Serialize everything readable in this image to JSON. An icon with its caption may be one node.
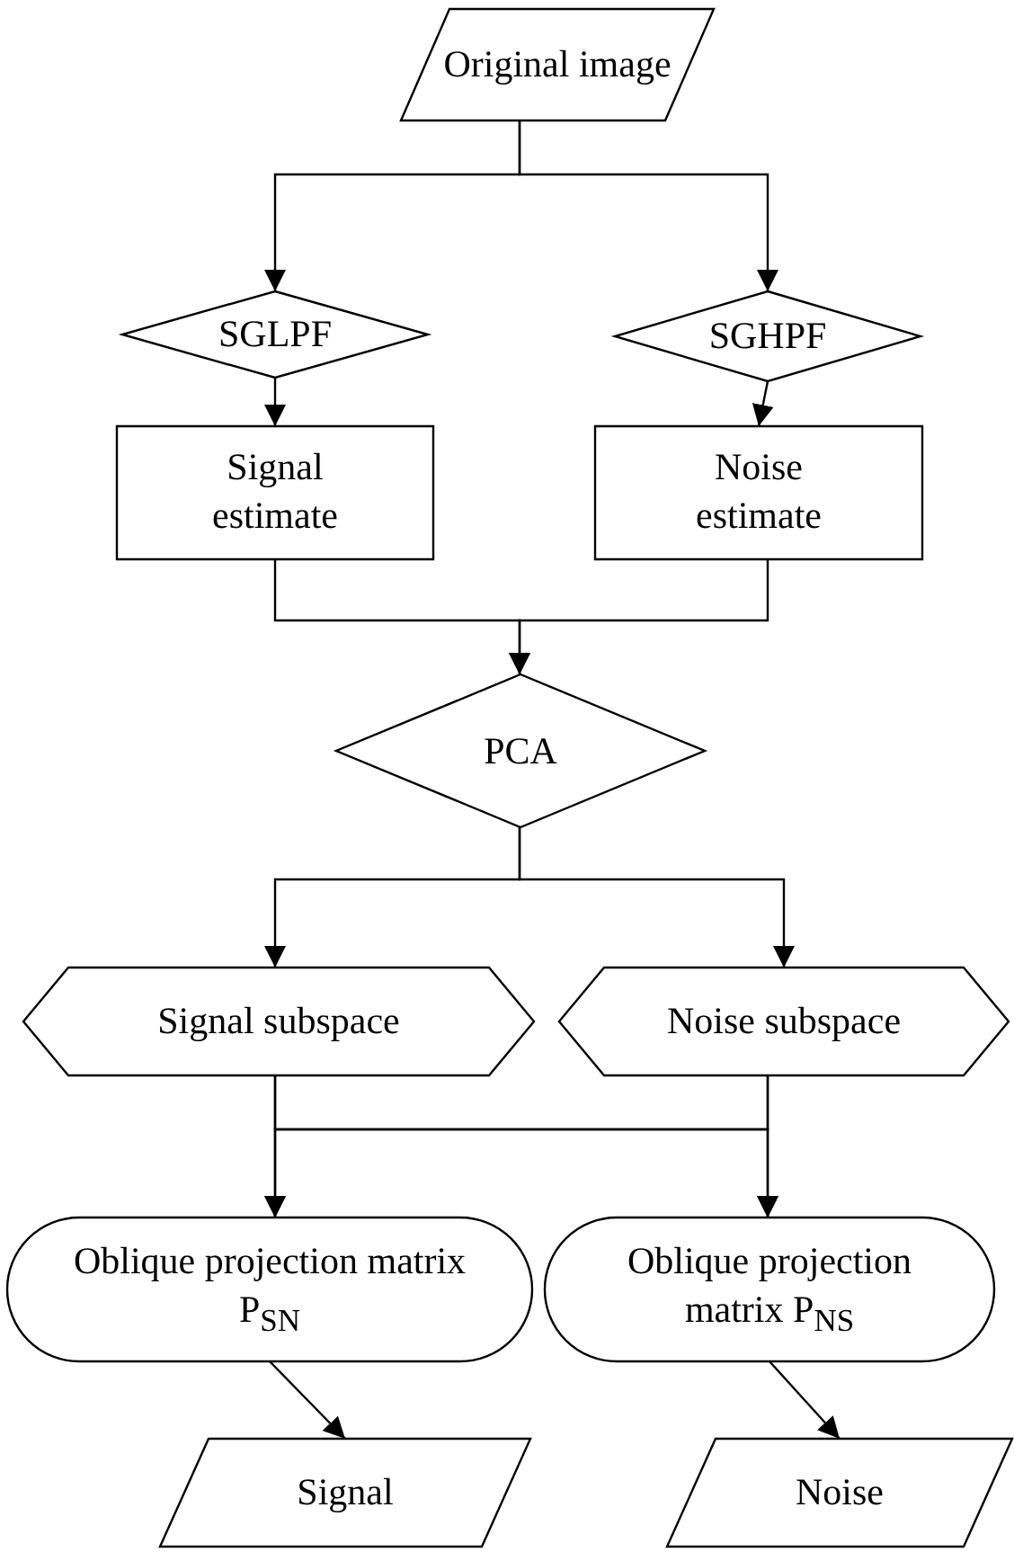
{
  "diagram": {
    "nodes": [
      {
        "text": [
          "Original image"
        ]
      },
      {
        "text": [
          "SGLPF"
        ]
      },
      {
        "text": [
          "SGHPF"
        ]
      },
      {
        "text": [
          "Signal estimate"
        ]
      },
      {
        "text": [
          "Noise estimate"
        ]
      },
      {
        "text": [
          "PCA"
        ]
      },
      {
        "text": [
          "Signal subspace"
        ]
      },
      {
        "text": [
          "Noise subspace"
        ]
      },
      {
        "text": [
          "Oblique projection matrix P$_{SN}$"
        ]
      },
      {
        "text": [
          "Oblique projection matrix P$_{NS}$"
        ]
      },
      {
        "text": [
          "Signal"
        ]
      },
      {
        "text": [
          "Noise"
        ]
      }
    ],
    "edges": [
      {
        "from": 0,
        "to": 1,
        "arrow": "to"
      },
      {
        "from": 0,
        "to": 2,
        "arrow": "to"
      },
      {
        "from": 1,
        "to": 3,
        "arrow": "to"
      },
      {
        "from": 2,
        "to": 4,
        "arrow": "to"
      },
      {
        "from": 3,
        "to": 5,
        "arrow": "to"
      },
      {
        "from": 4,
        "to": 5,
        "arrow": "to"
      },
      {
        "from": 5,
        "to": 6,
        "arrow": "to"
      },
      {
        "from": 5,
        "to": 7,
        "arrow": "to"
      },
      {
        "from": 6,
        "to": 8,
        "arrow": "to"
      },
      {
        "from": 6,
        "to": 9,
        "arrow": "to"
      },
      {
        "from": 7,
        "to": 8,
        "arrow": "to"
      },
      {
        "from": 7,
        "to": 9,
        "arrow": "to"
      },
      {
        "from": 8,
        "to": 10,
        "arrow": "to"
      },
      {
        "from": 9,
        "to": 11,
        "arrow": "to"
      }
    ]
  }
}
